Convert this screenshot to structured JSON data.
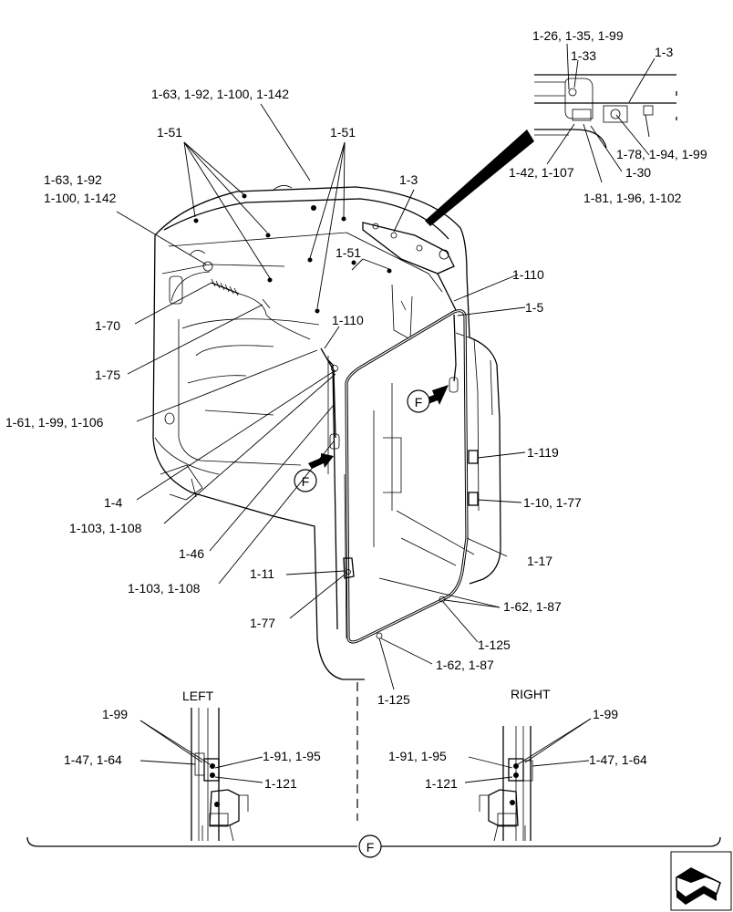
{
  "callouts": {
    "c1": "1-26, 1-35, 1-99",
    "c2": "1-33",
    "c3": "1-3",
    "c4": "1-63, 1-92, 1-100, 1-142",
    "c5": "1-51",
    "c6": "1-51",
    "c7": "1-63, 1-92",
    "c8": "1-100, 1-142",
    "c9": "1-3",
    "c10": "1-78, 1-94, 1-99",
    "c11": "1-42, 1-107",
    "c12": "1-30",
    "c13": "1-81, 1-96, 1-102",
    "c14": "1-51",
    "c15": "1-110",
    "c16": "1-5",
    "c17": "1-70",
    "c18": "1-110",
    "c19": "1-75",
    "c20": "1-61, 1-99, 1-106",
    "c21": "1-119",
    "c22": "1-10, 1-77",
    "c23": "1-4",
    "c24": "1-103, 1-108",
    "c25": "1-17",
    "c26": "1-46",
    "c27": "1-103, 1-108",
    "c28": "1-11",
    "c29": "1-62, 1-87",
    "c30": "1-77",
    "c31": "1-125",
    "c32": "1-62, 1-87",
    "c33": "1-125"
  },
  "view_markers": {
    "F": "F"
  },
  "detail_left": {
    "title": "LEFT",
    "a": "1-99",
    "b": "1-47, 1-64",
    "c": "1-91, 1-95",
    "d": "1-121"
  },
  "detail_right": {
    "title": "RIGHT",
    "a": "1-99",
    "b": "1-91, 1-95",
    "c": "1-47, 1-64",
    "d": "1-121"
  }
}
